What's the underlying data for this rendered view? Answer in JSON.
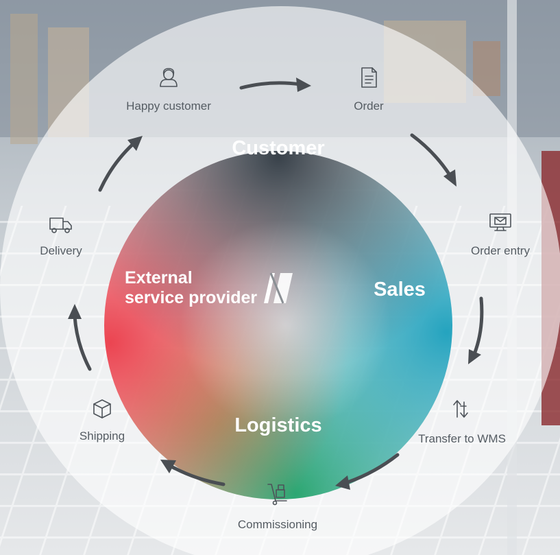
{
  "cycle_steps": [
    {
      "label": "Happy customer",
      "icon": "person-icon"
    },
    {
      "label": "Order",
      "icon": "document-icon"
    },
    {
      "label": "Order entry",
      "icon": "monitor-icon"
    },
    {
      "label": "Transfer to WMS",
      "icon": "transfer-arrows-icon"
    },
    {
      "label": "Commissioning",
      "icon": "hand-truck-icon"
    },
    {
      "label": "Shipping",
      "icon": "box-icon"
    },
    {
      "label": "Delivery",
      "icon": "truck-icon"
    }
  ],
  "sectors": {
    "customer": "Customer",
    "sales": "Sales",
    "logistics": "Logistics",
    "external_line1": "External",
    "external_line2": "service provider"
  },
  "colors": {
    "customer": "#3d4750",
    "sales": "#2ea7be",
    "logistics": "#2aa57a",
    "external": "#e8454f",
    "arrows": "#4a4e53",
    "ring": "#ffffff"
  }
}
